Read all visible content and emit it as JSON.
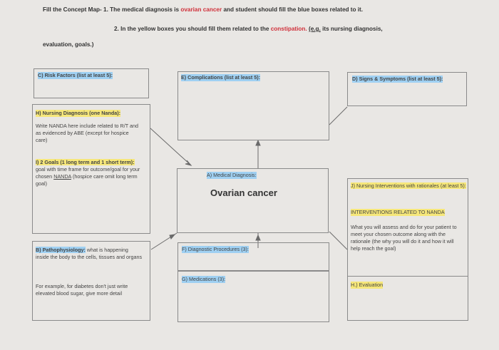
{
  "instructions": {
    "line1_prefix": "Fill the Concept Map- 1. The medical diagnosis is ",
    "line1_highlight": "ovarian cancer",
    "line1_suffix": " and student should fill the blue boxes related to it.",
    "line2_prefix": "2. In the yellow boxes you should fill them related to the ",
    "line2_highlight": "constipation.",
    "line2_eg": "(e.g.",
    "line2_suffix": " its nursing diagnosis,",
    "line3": "evaluation, goals.)"
  },
  "boxes": {
    "c_risk_factors": {
      "label": "C) Risk Factors (list at least 5):"
    },
    "e_complications": {
      "label": "E) Complications (list at least 5):"
    },
    "d_signs_symptoms": {
      "label": "D) Signs & Symptoms (list at least 5):"
    },
    "h_nursing_dx": {
      "label": "H) Nursing Diagnosis (one Nanda):",
      "body": "Write NANDA here include related to R/T and as evidenced by ABE (except for hospice care)",
      "goals_label": "I) 2 Goals (1 long term and 1 short term):",
      "goals_body_1": " goal with time frame for outcome/goal for your chosen ",
      "goals_nanda": "NANDA",
      "goals_body_2": " (hospice care omit long term goal)"
    },
    "a_medical_dx": {
      "label": "A) Medical Diagnosis:",
      "value": "Ovarian cancer"
    },
    "j_interventions": {
      "label": "J) Nursing Interventions with rationales (at least 5):",
      "sub_label": "INTERVENTIONS RELATED TO NANDA",
      "body": "What you will assess and do for your patient to meet your chosen outcome along with the rationale (the why you will do it and how it will help reach the goal)"
    },
    "b_pathophysiology": {
      "label": "B) Pathophysiology:",
      "body_1": " what is happening inside the body to the cells, tissues and organs",
      "body_2": "For example, for diabetes don't just write elevated blood sugar, give more detail"
    },
    "f_diagnostic": {
      "label": "F) Diagnostic Procedures (3):"
    },
    "g_medications": {
      "label": "G) Medications (3):"
    },
    "h_evaluation": {
      "label": "H.) Evaluation"
    }
  },
  "colors": {
    "blue_highlight": "#9fd0f2",
    "yellow_highlight": "#f6e77a",
    "red_text": "#d0303a"
  }
}
